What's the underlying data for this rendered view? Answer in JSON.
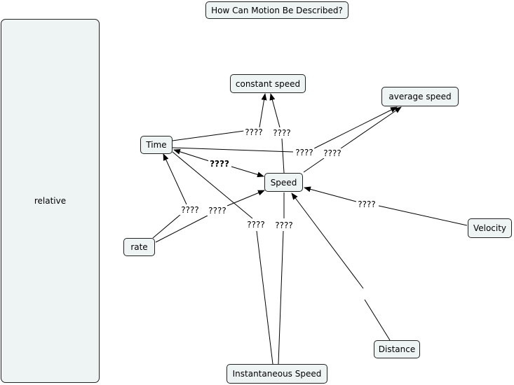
{
  "diagram": {
    "title": "How Can Motion Be Described?",
    "nodes": {
      "relative": "relative",
      "constant_speed": "constant speed",
      "average_speed": "average speed",
      "time": "Time",
      "speed": "Speed",
      "rate": "rate",
      "velocity": "Velocity",
      "distance": "Distance",
      "instantaneous_speed": "Instantaneous Speed"
    },
    "link_labels": {
      "time_constant_speed": "????",
      "speed_constant_speed": "????",
      "time_average_speed": "????",
      "speed_average_speed": "????",
      "time_speed": "????",
      "rate_time": "????",
      "rate_speed": "????",
      "instantaneous_time": "????",
      "instantaneous_speed": "????",
      "velocity_speed": "????"
    },
    "colors": {
      "node_fill": "#eef3f3",
      "node_border": "#222222",
      "line": "#000000"
    }
  }
}
